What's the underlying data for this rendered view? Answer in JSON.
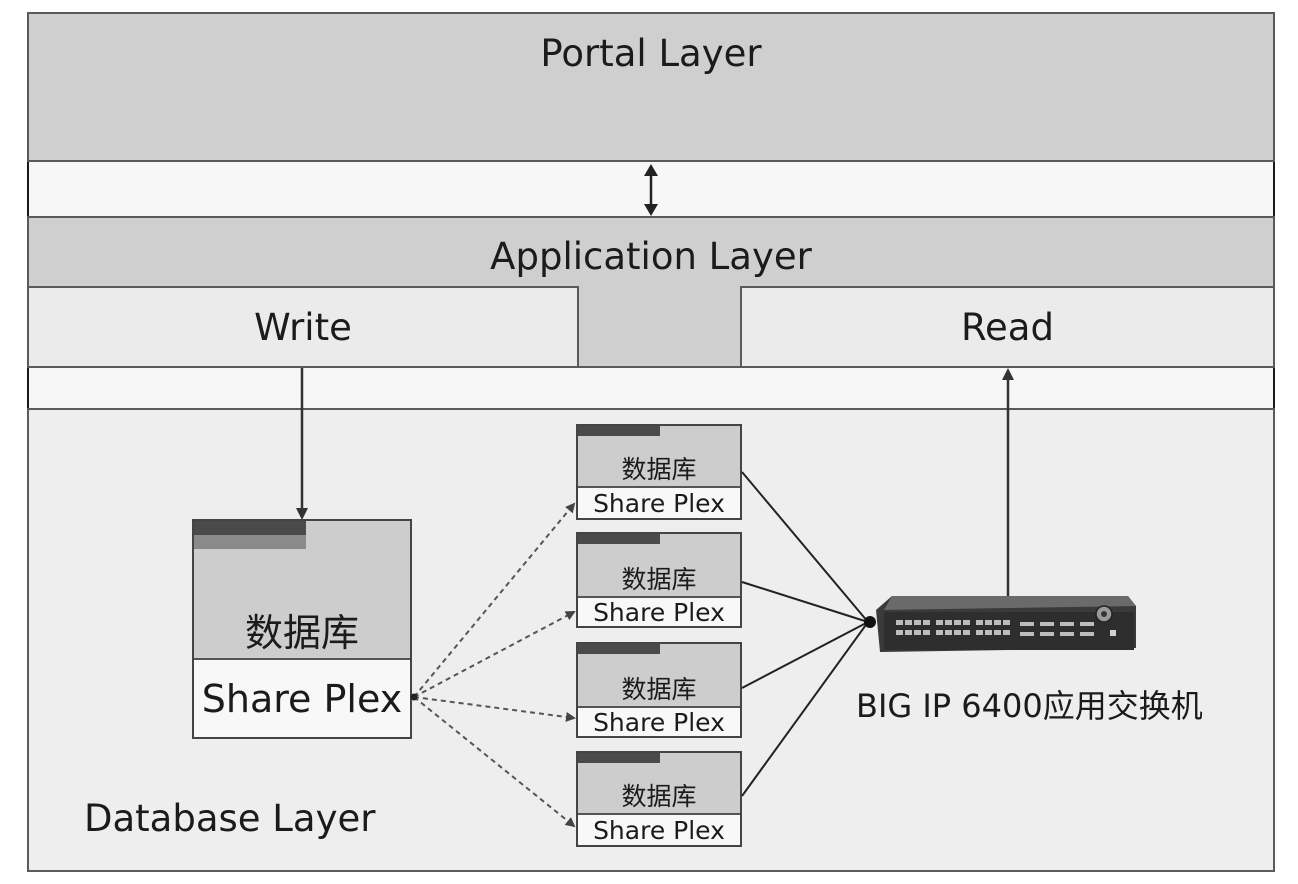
{
  "layers": {
    "portal": "Portal Layer",
    "application": "Application Layer",
    "write": "Write",
    "read": "Read",
    "database": "Database Layer"
  },
  "main_db": {
    "label": "数据库",
    "replication": "Share Plex"
  },
  "replicas": [
    {
      "label": "数据库",
      "replication": "Share Plex"
    },
    {
      "label": "数据库",
      "replication": "Share Plex"
    },
    {
      "label": "数据库",
      "replication": "Share Plex"
    },
    {
      "label": "数据库",
      "replication": "Share Plex"
    }
  ],
  "switch": {
    "label": "BIG IP 6400应用交换机",
    "icon": "network-switch-icon"
  }
}
